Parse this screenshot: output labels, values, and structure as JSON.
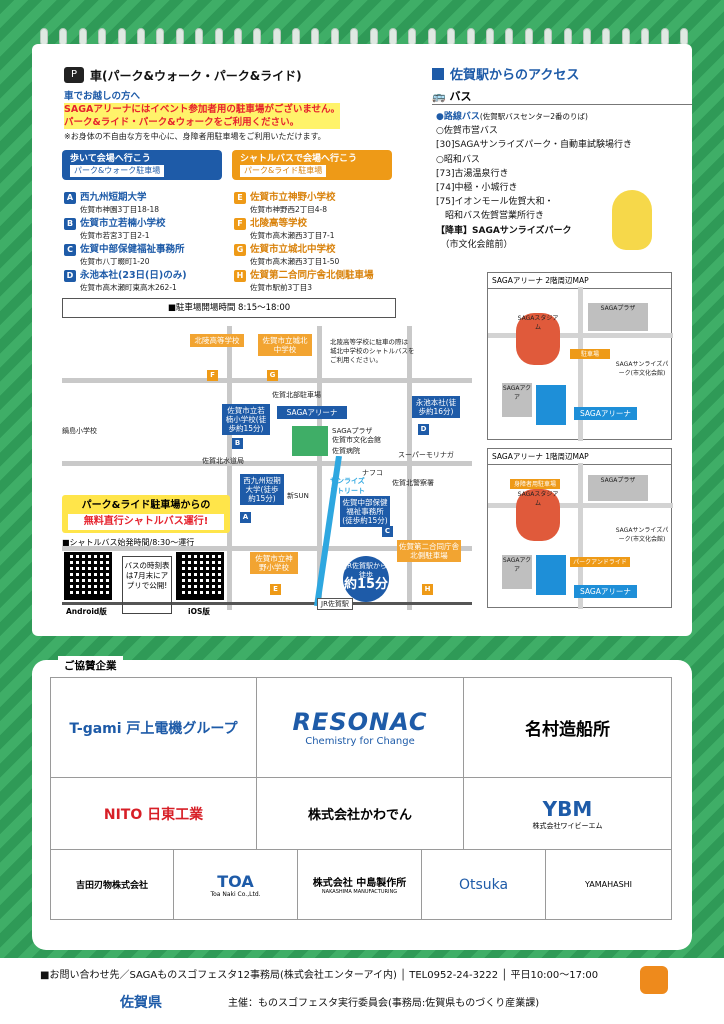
{
  "car": {
    "title": "車(パーク&ウォーク・パーク&ライド)",
    "icon": "P",
    "line1": "車でお越しの方へ",
    "line2": "SAGAアリーナにはイベント参加者用の駐車場がございません。",
    "line3": "パーク&ライド・パーク&ウォークをご利用ください。",
    "note": "※お身体の不自由な方を中心に、身障者用駐車場をご利用いただけます。"
  },
  "walk": {
    "title": "歩いて会場へ行こう",
    "sub": "パーク&ウォーク駐車場"
  },
  "shuttle": {
    "title": "シャトルバスで会場へ行こう",
    "sub": "パーク&ライド駐車場"
  },
  "lots_walk": [
    {
      "id": "A",
      "name": "西九州短期大学",
      "addr": "佐賀市神園3丁目18-18"
    },
    {
      "id": "B",
      "name": "佐賀市立若楠小学校",
      "addr": "佐賀市若宮3丁目2-1"
    },
    {
      "id": "C",
      "name": "佐賀中部保健福祉事務所",
      "addr": "佐賀市八丁畷町1-20"
    },
    {
      "id": "D",
      "name": "永池本社(23日(日)のみ)",
      "addr": "佐賀市高木瀬町東高木262-1"
    }
  ],
  "lots_ride": [
    {
      "id": "E",
      "name": "佐賀市立神野小学校",
      "addr": "佐賀市神野西2丁目4-8"
    },
    {
      "id": "F",
      "name": "北陵高等学校",
      "addr": "佐賀市高木瀬西3丁目7-1"
    },
    {
      "id": "G",
      "name": "佐賀市立城北中学校",
      "addr": "佐賀市高木瀬西3丁目1-50"
    },
    {
      "id": "H",
      "name": "佐賀第二合同庁舎北側駐車場",
      "addr": "佐賀市駅前3丁目3"
    }
  ],
  "hours": "■駐車場開場時間 8:15～18:00",
  "map": {
    "kitaryo": "北陵高等学校",
    "johoku": "佐賀市立城北中学校",
    "legend1": "北陵高等学校に駐車の際は",
    "legend2": "城北中学校のシャトルバスを",
    "legend3": "ご利用ください。",
    "wakakusu": "佐賀市立若楠小学校(徒歩約15分)",
    "arena": "SAGAアリーナ",
    "nagaike": "永池本社(徒歩約16分)",
    "nishikyushu": "西九州短期大学(徒歩約15分)",
    "chubu": "佐賀中部保健福祉事務所(徒歩約15分)",
    "sunrise": "サンライズストリート",
    "daini": "佐賀第二合同庁舎北側駐車場",
    "shinno": "佐賀市立神野小学校",
    "plaza": "SAGAプラザ",
    "bunka": "佐賀市文化会館",
    "hospital": "佐賀病院",
    "super": "スーパーモリナガ",
    "nafco": "ナフコ",
    "police": "佐賀北警察署",
    "mizugae": "佐賀北水道局",
    "kita_park": "佐賀北部駐車場",
    "nabeshima": "鍋島小学校",
    "sun": "新SUN",
    "station": "JR佐賀駅",
    "walk_label": "JR佐賀駅から徒歩",
    "walk_min": "約15分"
  },
  "banner": {
    "line1": "パーク&ライド駐車場からの",
    "line2": "無料直行シャトルバス運行!"
  },
  "shuttle_time": "■シャトルバス始発時間/8:30～運行",
  "bus_note": "バスの時刻表は7月末にアプリで公開!",
  "qr": {
    "android": "Android版",
    "ios": "iOS版"
  },
  "access": {
    "title": "佐賀駅からのアクセス",
    "bus": "バス",
    "route": "●路線バス",
    "route_sub": "(佐賀駅バスセンター2番のりば)",
    "lines": [
      "○佐賀市営バス",
      "[30]SAGAサンライズパーク・自動車試験場行き",
      "○昭和バス",
      "[73]古湯温泉行き",
      "[74]中極・小城行き",
      "[75]イオンモール佐賀大和・",
      "　昭和バス佐賀営業所行き",
      "【降車】SAGAサンライズパーク",
      "　（市文化会館前）"
    ]
  },
  "minimap1": {
    "caption": "SAGAアリーナ 2階周辺MAP",
    "arena": "SAGAアリーナ",
    "plaza": "SAGAプラザ",
    "stadium": "SAGAスタジアム",
    "aqua": "SAGAアクア",
    "park": "SAGAサンライズパーク(市文化会館)",
    "p_label": "駐車場"
  },
  "minimap2": {
    "caption": "SAGAアリーナ 1階周辺MAP",
    "arena": "SAGAアリーナ",
    "plaza": "SAGAプラザ",
    "stadium": "SAGAスタジアム",
    "aqua": "SAGAアクア",
    "park": "SAGAサンライズパーク(市文化会館)",
    "p_label": "身障者用駐車場",
    "park_kiss": "パークアンドライド"
  },
  "sponsors": {
    "title": "ご協賛企業",
    "row1": [
      "T-gami 戸上電機グループ",
      "RESONAC",
      "名村造船所"
    ],
    "resonac_sub": "Chemistry for Change",
    "row2": [
      "NITO 日東工業",
      "株式会社かわでん",
      "YBM"
    ],
    "ybm_sub": "株式会社ワイビーエム",
    "row3": [
      "吉田刃物株式会社",
      "TOA",
      "株式会社 中島製作所",
      "Otsuka",
      "YAMAHASHI"
    ],
    "toa_sub": "Toa Naki Co.,Ltd.",
    "nakashima_sub": "NAKASHIMA MANUFACTURING"
  },
  "footer": {
    "contact": "■お問い合わせ先／SAGAものスゴフェスタ12事務局(株式会社エンターアイ内) │ TEL0952-24-3222 │ 平日10:00～17:00",
    "pref": "佐賀県",
    "organizer": "主催：ものスゴフェスタ実行委員会(事務局:佐賀県ものづくり産業課)"
  }
}
